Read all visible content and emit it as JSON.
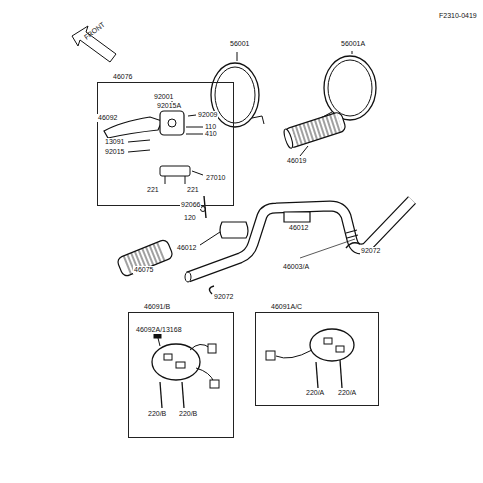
{
  "diagram": {
    "nodes": [
      {
        "text": [
          "46076"
        ]
      },
      {
        "text": [
          "46091/B"
        ]
      },
      {
        "text": [
          "46091A/C"
        ]
      }
    ],
    "edges": [],
    "labels": [
      "F2310-0419",
      "FRONT",
      "56001",
      "56001A",
      "46019",
      "92066",
      "120",
      "46012",
      "46012",
      "92072",
      "46003/A",
      "92072",
      "46075",
      "46092",
      "92001",
      "92015A",
      "92009",
      "110",
      "410",
      "13091",
      "92015",
      "27010",
      "221",
      "221",
      "46092A/13168",
      "220/B",
      "220/B",
      "220/A",
      "220/A"
    ]
  }
}
